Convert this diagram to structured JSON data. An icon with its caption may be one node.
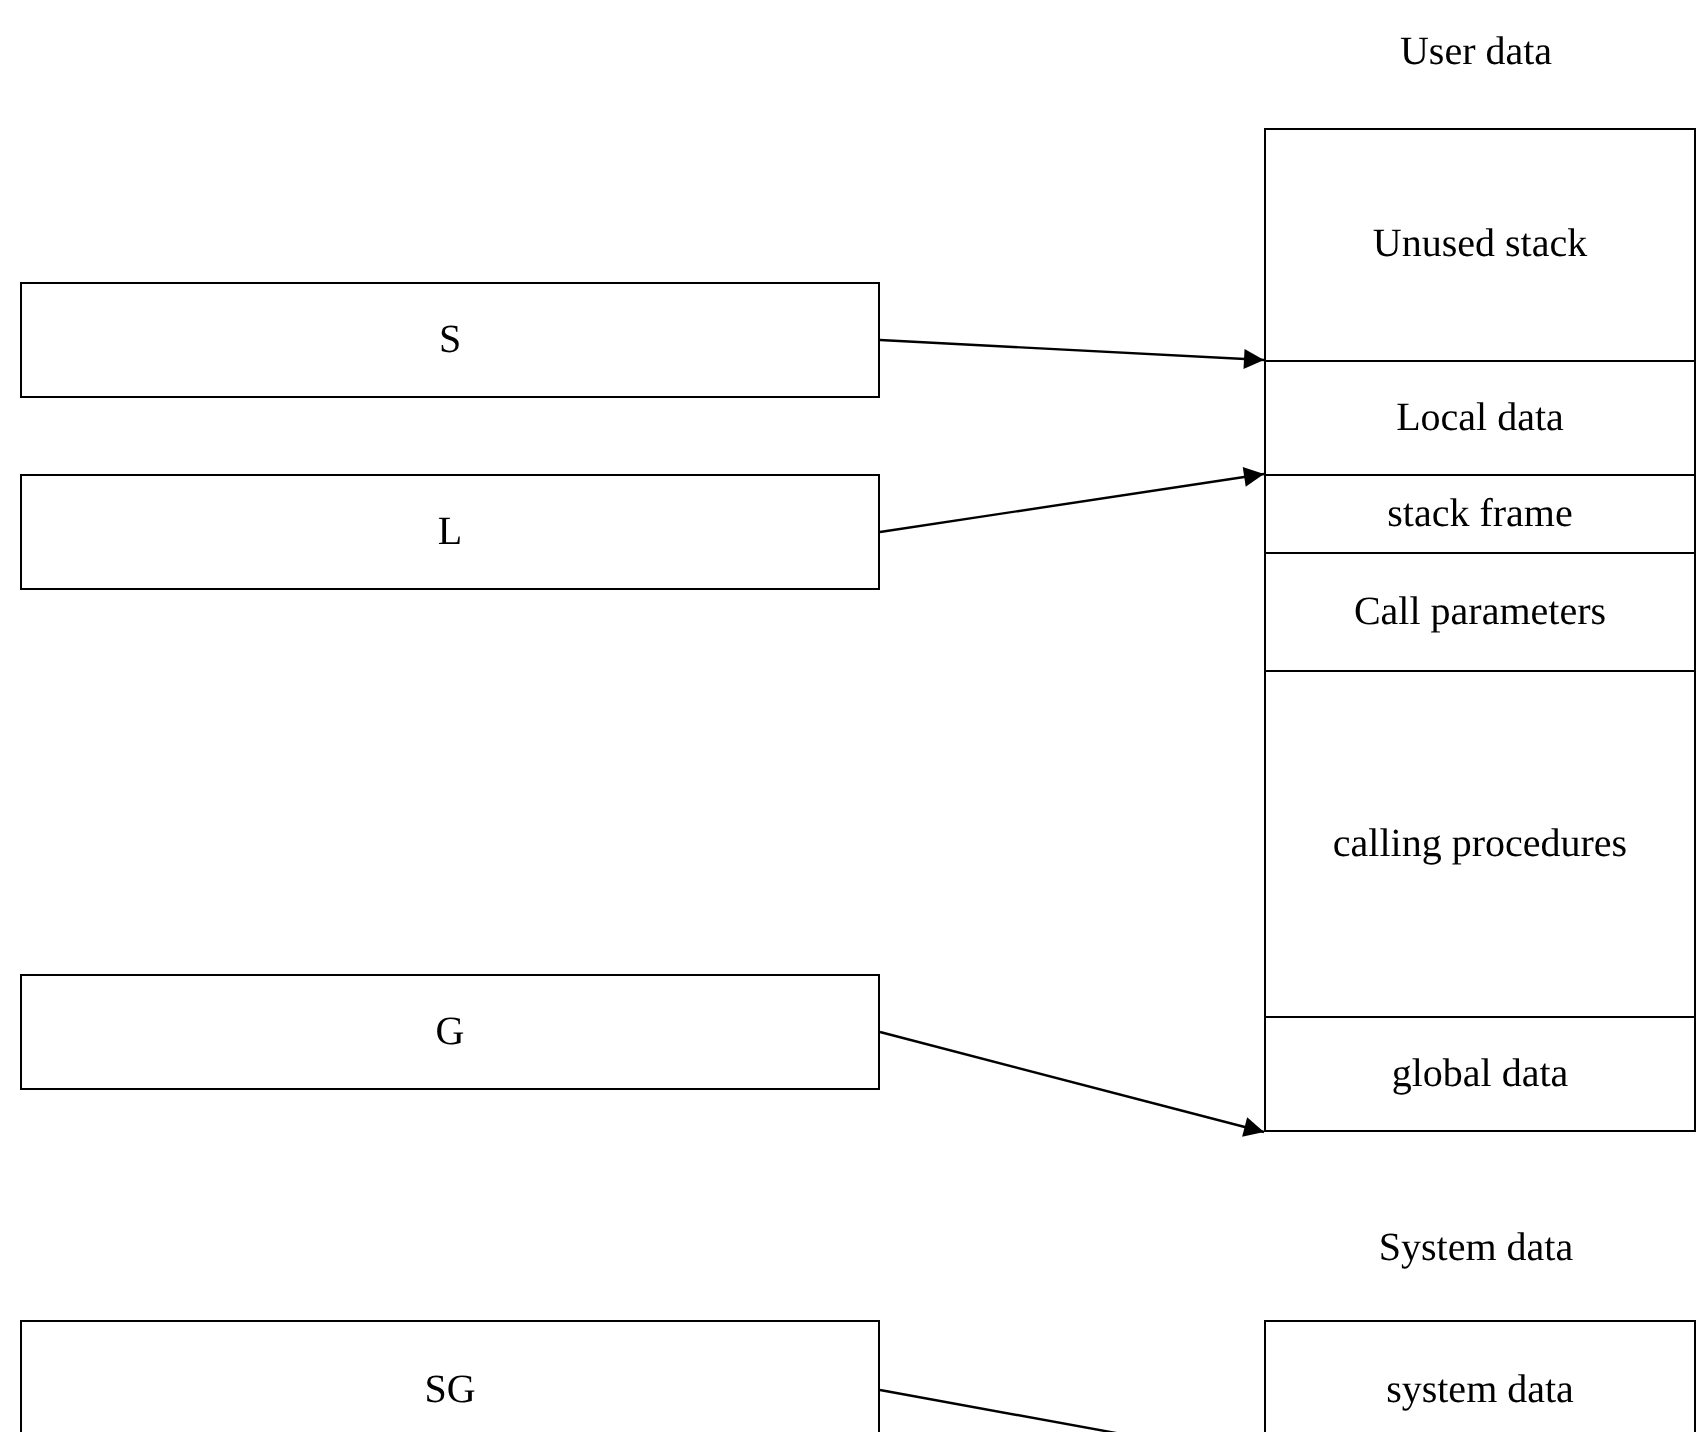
{
  "diagram": {
    "nodes": [
      {
        "text": [
          "S"
        ]
      },
      {
        "text": [
          "L"
        ]
      },
      {
        "text": [
          "G"
        ]
      },
      {
        "text": [
          "SG"
        ]
      },
      {
        "text": [
          "Unused stack"
        ]
      },
      {
        "text": [
          "Local data"
        ]
      },
      {
        "text": [
          "stack frame"
        ]
      },
      {
        "text": [
          "Call parameters"
        ]
      },
      {
        "text": [
          "calling procedures"
        ]
      },
      {
        "text": [
          "global data"
        ]
      },
      {
        "text": [
          "system data"
        ]
      }
    ],
    "edges": [
      {
        "from": 0,
        "to": 5,
        "arrow": "to"
      },
      {
        "from": 1,
        "to": 6,
        "arrow": "to"
      },
      {
        "from": 2,
        "to": 9,
        "arrow": "to"
      },
      {
        "from": 3,
        "to": 10,
        "arrow": "to"
      }
    ],
    "labels": [
      "User data",
      "System data"
    ]
  }
}
